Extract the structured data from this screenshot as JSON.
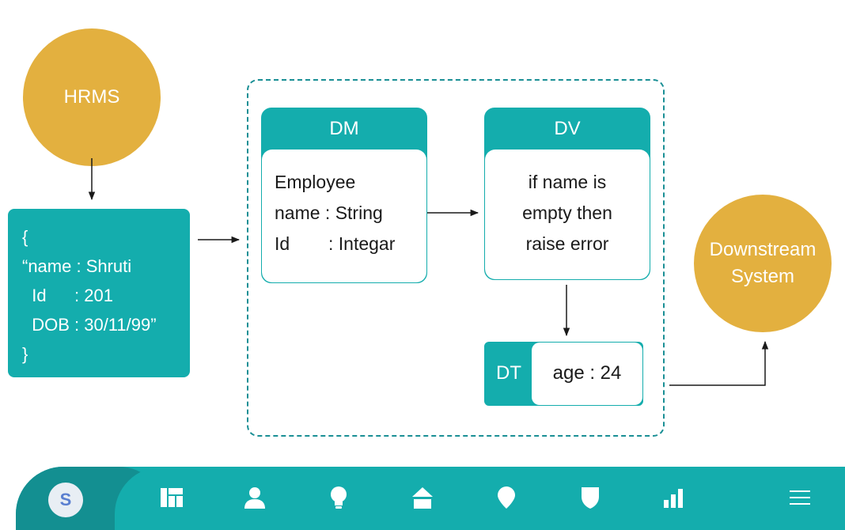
{
  "nodes": {
    "hrms": "HRMS",
    "downstream": "Downstream System",
    "json_lines": [
      {
        "key": "{",
        "value": ""
      },
      {
        "key": "“name : Shruti",
        "value": ""
      },
      {
        "key": "  Id",
        "value": ": 201"
      },
      {
        "key": "  DOB",
        "value": ": 30/11/99”"
      },
      {
        "key": "}",
        "value": ""
      }
    ]
  },
  "dm": {
    "title": "DM",
    "lines": [
      {
        "key": "Employee",
        "value": ""
      },
      {
        "key": "name : String",
        "value": ""
      },
      {
        "key": "Id",
        "value": ": Integar"
      }
    ]
  },
  "dv": {
    "title": "DV",
    "lines": [
      "if name is",
      "empty then",
      "raise error"
    ]
  },
  "dt": {
    "label": "DT",
    "value": "age : 24"
  },
  "bottom_nav": {
    "avatar_letter": "S",
    "icons": [
      "dashboard-icon",
      "user-icon",
      "lightbulb-icon",
      "home-icon",
      "location-pin-icon",
      "shield-icon",
      "bar-chart-icon",
      "menu-icon"
    ]
  },
  "colors": {
    "node_gold": "#e3b03f",
    "teal": "#14adad",
    "teal_dark": "#138f91",
    "dashed_border": "#1a8f95"
  }
}
